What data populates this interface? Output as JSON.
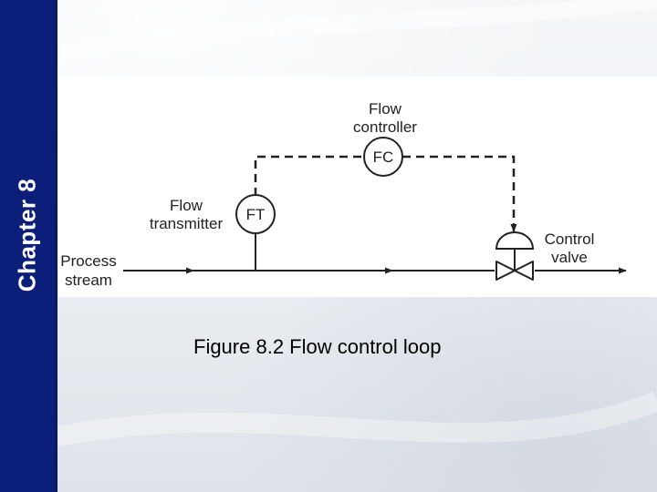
{
  "sidebar": {
    "chapter_label": "Chapter 8"
  },
  "diagram": {
    "flow_controller_label_line1": "Flow",
    "flow_controller_label_line2": "controller",
    "fc_symbol": "FC",
    "flow_transmitter_label_line1": "Flow",
    "flow_transmitter_label_line2": "transmitter",
    "ft_symbol": "FT",
    "control_valve_label_line1": "Control",
    "control_valve_label_line2": "valve",
    "process_stream_label_line1": "Process",
    "process_stream_label_line2": "stream"
  },
  "caption": "Figure 8.2  Flow control loop",
  "colors": {
    "sidebar": "#0b1e7a",
    "line": "#222222",
    "panel": "#ffffff"
  }
}
